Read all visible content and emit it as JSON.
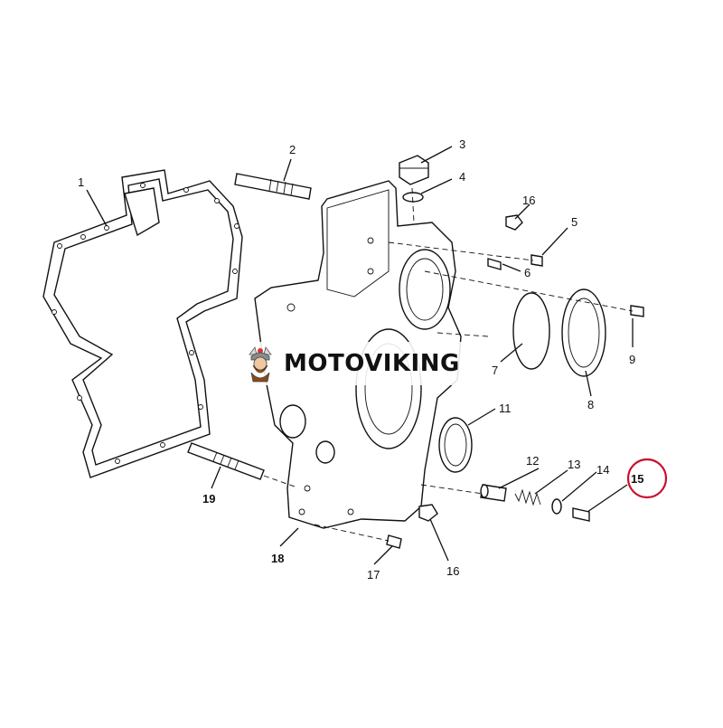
{
  "diagram": {
    "callouts": [
      {
        "id": "1",
        "label": "1"
      },
      {
        "id": "2",
        "label": "2"
      },
      {
        "id": "3",
        "label": "3"
      },
      {
        "id": "4",
        "label": "4"
      },
      {
        "id": "5",
        "label": "5"
      },
      {
        "id": "6",
        "label": "6"
      },
      {
        "id": "7",
        "label": "7"
      },
      {
        "id": "8",
        "label": "8"
      },
      {
        "id": "9",
        "label": "9"
      },
      {
        "id": "11",
        "label": "11"
      },
      {
        "id": "12",
        "label": "12"
      },
      {
        "id": "13",
        "label": "13"
      },
      {
        "id": "14",
        "label": "14"
      },
      {
        "id": "15",
        "label": "15"
      },
      {
        "id": "16a",
        "label": "16"
      },
      {
        "id": "16b",
        "label": "16"
      },
      {
        "id": "17",
        "label": "17"
      },
      {
        "id": "18",
        "label": "18"
      },
      {
        "id": "19",
        "label": "19"
      }
    ],
    "highlighted_callout": "15",
    "highlight_color": "#c8102e"
  },
  "watermark": {
    "text": "MOTOVIKING",
    "logo_icon": "viking-mascot-icon",
    "accent_color": "#b5651d"
  }
}
